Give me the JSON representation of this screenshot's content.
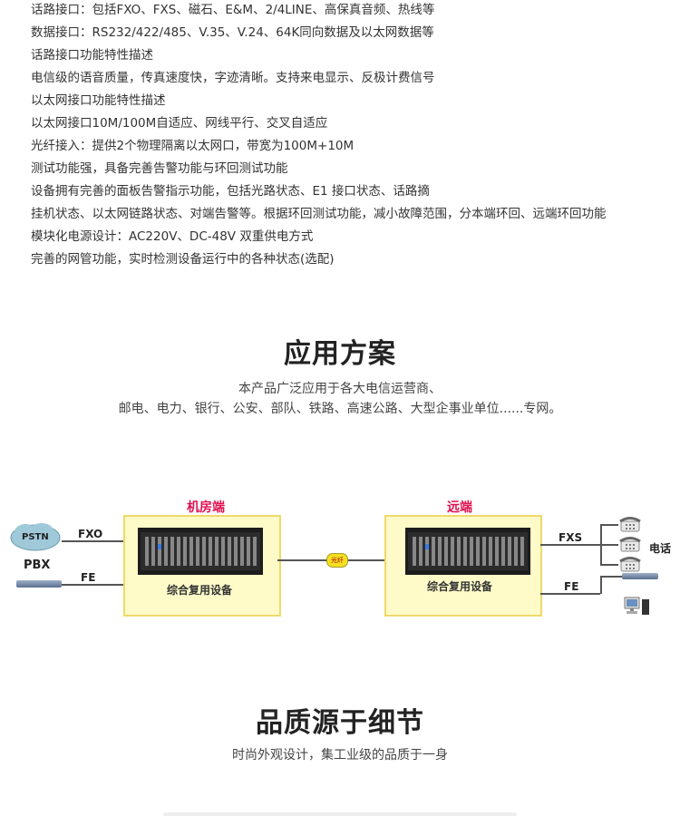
{
  "spec_lines": [
    "话路接口：包括FXO、FXS、磁石、E&M、2/4LINE、高保真音频、热线等",
    "数据接口：RS232/422/485、V.35、V.24、64K同向数据及以太网数据等",
    " 话路接口功能特性描述",
    " 电信级的语音质量，传真速度快，字迹清晰。支持来电显示、反极计费信号",
    " 以太网接口功能特性描述",
    "以太网接口10M/100M自适应、网线平行、交叉自适应",
    "光纤接入：提供2个物理隔离以太网口，带宽为100M+10M",
    " 测试功能强，具备完善告警功能与环回测试功能",
    " 设备拥有完善的面板告警指示功能，包括光路状态、E1 接口状态、话路摘",
    " 挂机状态、以太网链路状态、对端告警等。根据环回测试功能，减小故障范围，分本端环回、远端环回功能",
    " 模块化电源设计：AC220V、DC-48V 双重供电方式",
    " 完善的网管功能，实时检测设备运行中的各种状态(选配)"
  ],
  "application": {
    "title": "应用方案",
    "line1": "本产品广泛应用于各大电信运营商、",
    "line2": "邮电、电力、银行、公安、部队、铁路、高速公路、大型企事业单位......专网。"
  },
  "diagram": {
    "pstn": "PSTN",
    "pbx": "PBX",
    "fxo": "FXO",
    "fe_left": "FE",
    "local_title": "机房端",
    "remote_title": "远端",
    "device_left": "综合复用设备",
    "device_right": "综合复用设备",
    "fiber": "光纤",
    "fxs": "FXS",
    "fe_right": "FE",
    "phone": "电话"
  },
  "quality": {
    "title": "品质源于细节",
    "subtitle": "时尚外观设计，集工业级的品质于一身"
  }
}
